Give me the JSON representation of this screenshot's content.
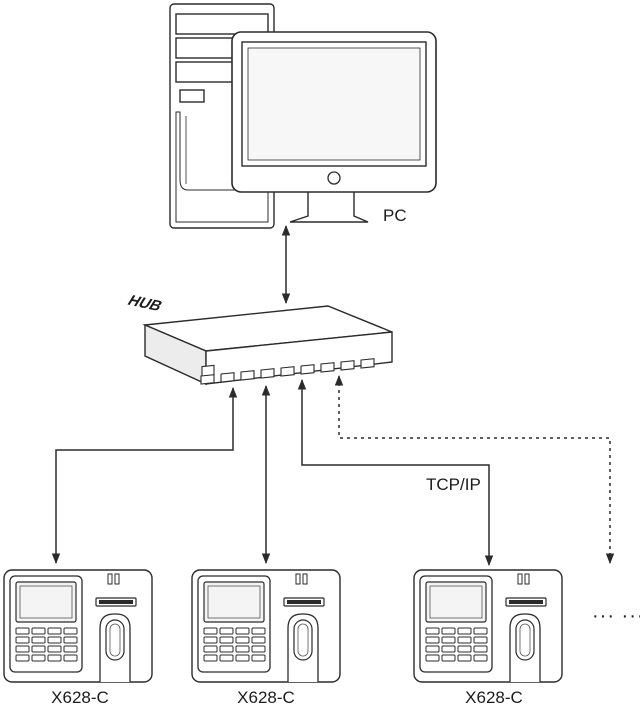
{
  "pc": {
    "label": "PC"
  },
  "hub": {
    "label": "HUB"
  },
  "link": {
    "protocol_label": "TCP/IP"
  },
  "devices": [
    {
      "model": "X628-C"
    },
    {
      "model": "X628-C"
    },
    {
      "model": "X628-C"
    }
  ],
  "more_devices": {
    "text": "··· ···"
  },
  "icons": {
    "pc_tower": "desktop-tower-icon",
    "pc_monitor": "monitor-icon",
    "hub": "network-hub-icon",
    "device": "fingerprint-time-attendance-terminal-icon"
  },
  "colors": {
    "line": "#2b2b2b",
    "body": "#ffffff",
    "screen": "#f4f4f4"
  }
}
